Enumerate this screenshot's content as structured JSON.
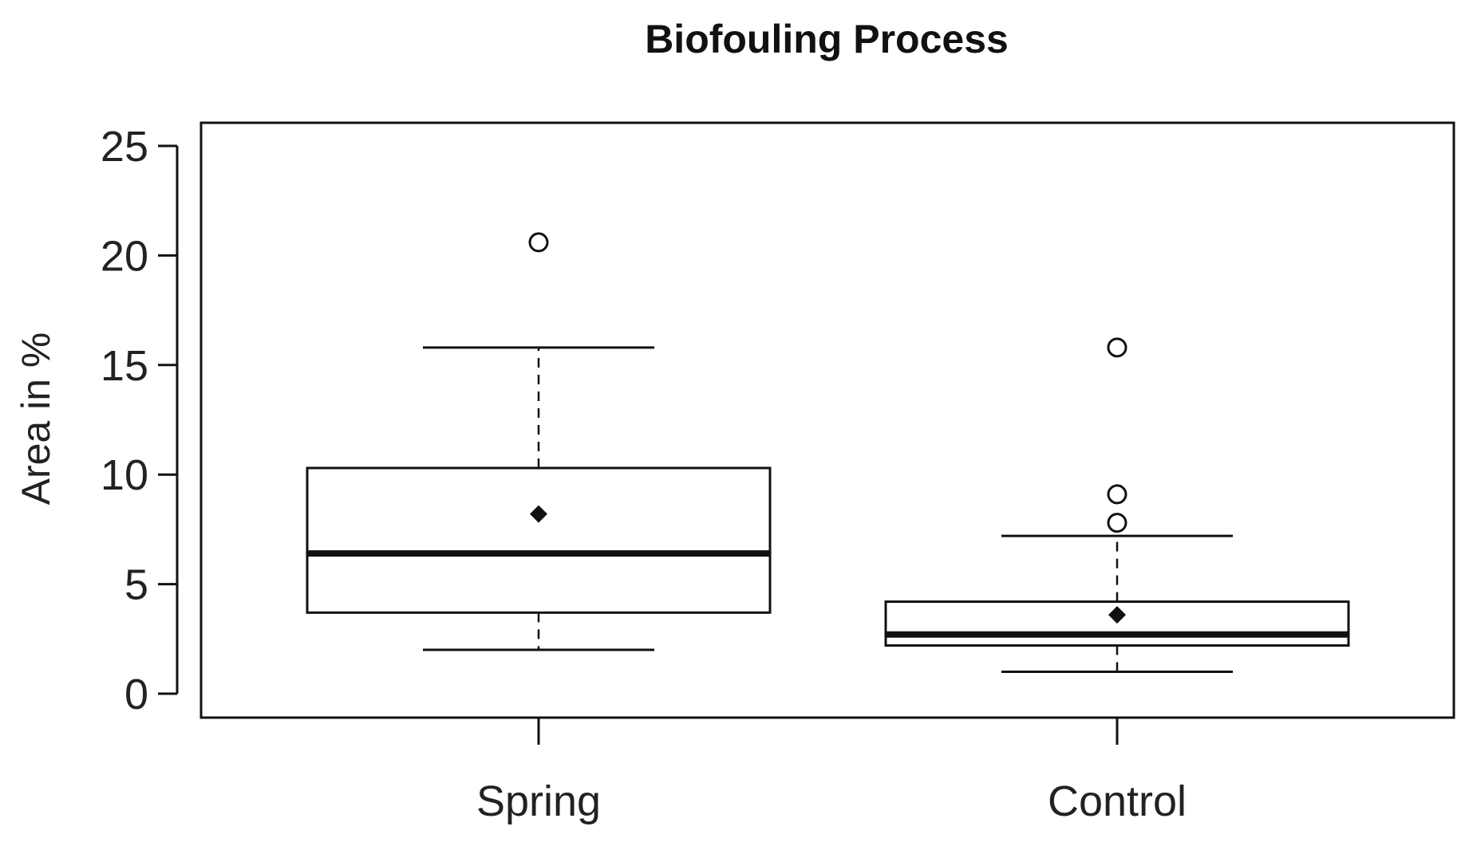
{
  "chart_data": {
    "type": "box",
    "title": "Biofouling Process",
    "xlabel": "",
    "ylabel": "Area in %",
    "ylim": [
      -1.1,
      26
    ],
    "y_ticks": [
      0,
      5,
      10,
      15,
      20,
      25
    ],
    "grid": false,
    "legend": "none",
    "categories": [
      "Spring",
      "Control"
    ],
    "boxes": [
      {
        "category": "Spring",
        "whisker_low": 2.0,
        "q1": 3.7,
        "median": 6.4,
        "q3": 10.3,
        "whisker_high": 15.8,
        "mean": 8.2,
        "outliers": [
          20.6
        ]
      },
      {
        "category": "Control",
        "whisker_low": 1.0,
        "q1": 2.2,
        "median": 2.7,
        "q3": 4.2,
        "whisker_high": 7.2,
        "mean": 3.6,
        "outliers": [
          7.8,
          9.1,
          15.8
        ]
      }
    ]
  },
  "colors": {
    "ink": "#111111",
    "background": "#ffffff"
  }
}
